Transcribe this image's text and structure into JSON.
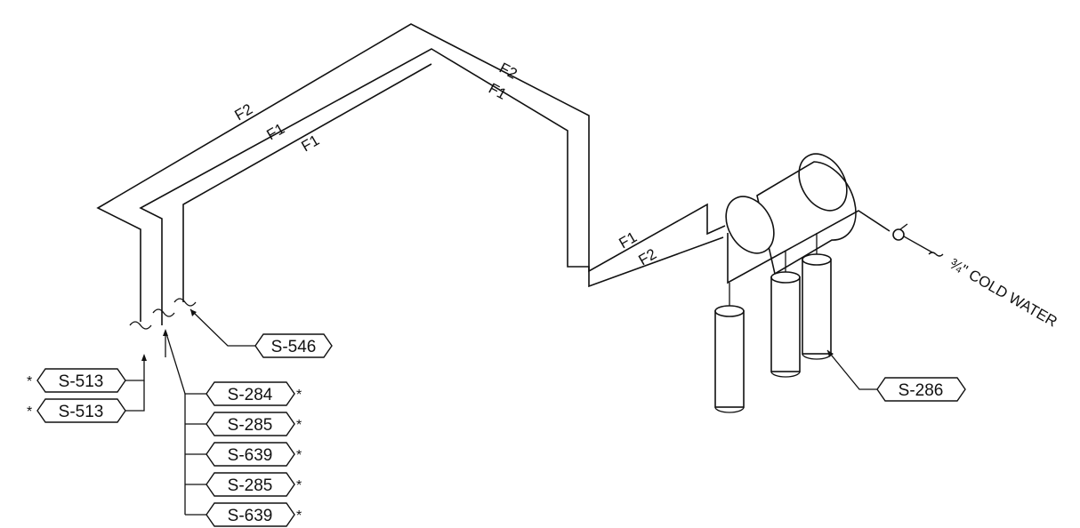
{
  "diagram": {
    "pipe_labels": {
      "f2_upper_left": "F2",
      "f2_upper_right": "F2",
      "f1_mid_left": "F1",
      "f1_mid_right": "F1",
      "f1_inner": "F1",
      "f1_lower": "F1",
      "f2_lower": "F2"
    },
    "callouts": {
      "s546": "S-546",
      "s513_a": "S-513",
      "s513_b": "S-513",
      "s284": "S-284",
      "s285_a": "S-285",
      "s639_a": "S-639",
      "s285_b": "S-285",
      "s639_b": "S-639",
      "s286": "S-286"
    },
    "asterisk": "*",
    "supply_label": "¾\" COLD WATER"
  }
}
